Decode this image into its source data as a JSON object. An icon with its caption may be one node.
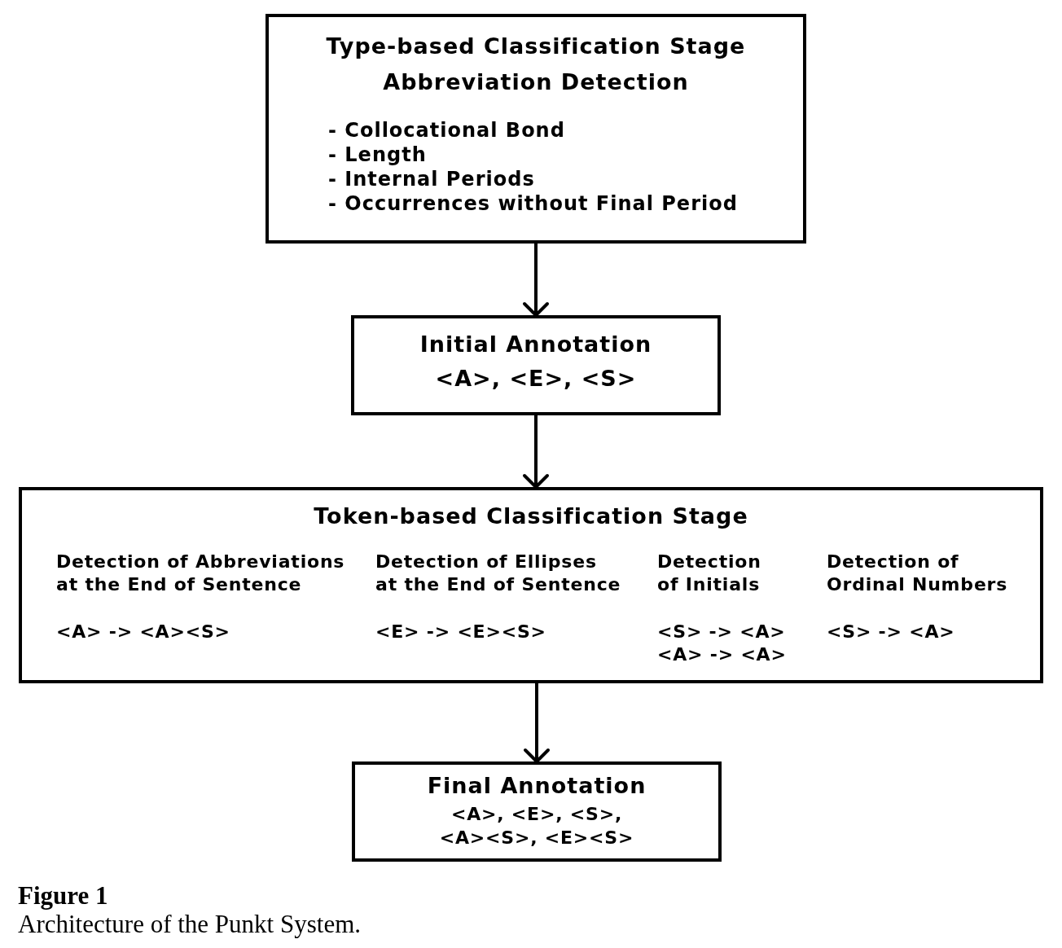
{
  "diagram": {
    "caption": "Architecture of the Punkt System.",
    "nodes": [
      {
        "text": [
          "Type-based Classification Stage",
          "Abbreviation Detection",
          "- Collocational Bond",
          "- Length",
          "- Internal Periods",
          "- Occurrences without Final Period"
        ]
      },
      {
        "text": [
          "Initial Annotation",
          "<A>, <E>, <S>"
        ]
      },
      {
        "text": [
          "Token-based Classification Stage",
          "Detection of Abbreviations at the End of Sentence",
          "<A> -> <A><S>",
          "Detection of Ellipses at the End of Sentence",
          "<E> -> <E><S>",
          "Detection of Initials",
          "<S> -> <A>",
          "<A> -> <A>",
          "Detection of Ordinal Numbers",
          "<S> -> <A>"
        ]
      },
      {
        "text": [
          "Final Annotation",
          "<A>, <E>, <S>, <A><S>, <E><S>"
        ]
      }
    ],
    "edges": [
      {
        "from": 0,
        "to": 1,
        "arrow": "to"
      },
      {
        "from": 1,
        "to": 2,
        "arrow": "to"
      },
      {
        "from": 2,
        "to": 3,
        "arrow": "to"
      }
    ],
    "labels": [
      "Figure 1"
    ]
  }
}
